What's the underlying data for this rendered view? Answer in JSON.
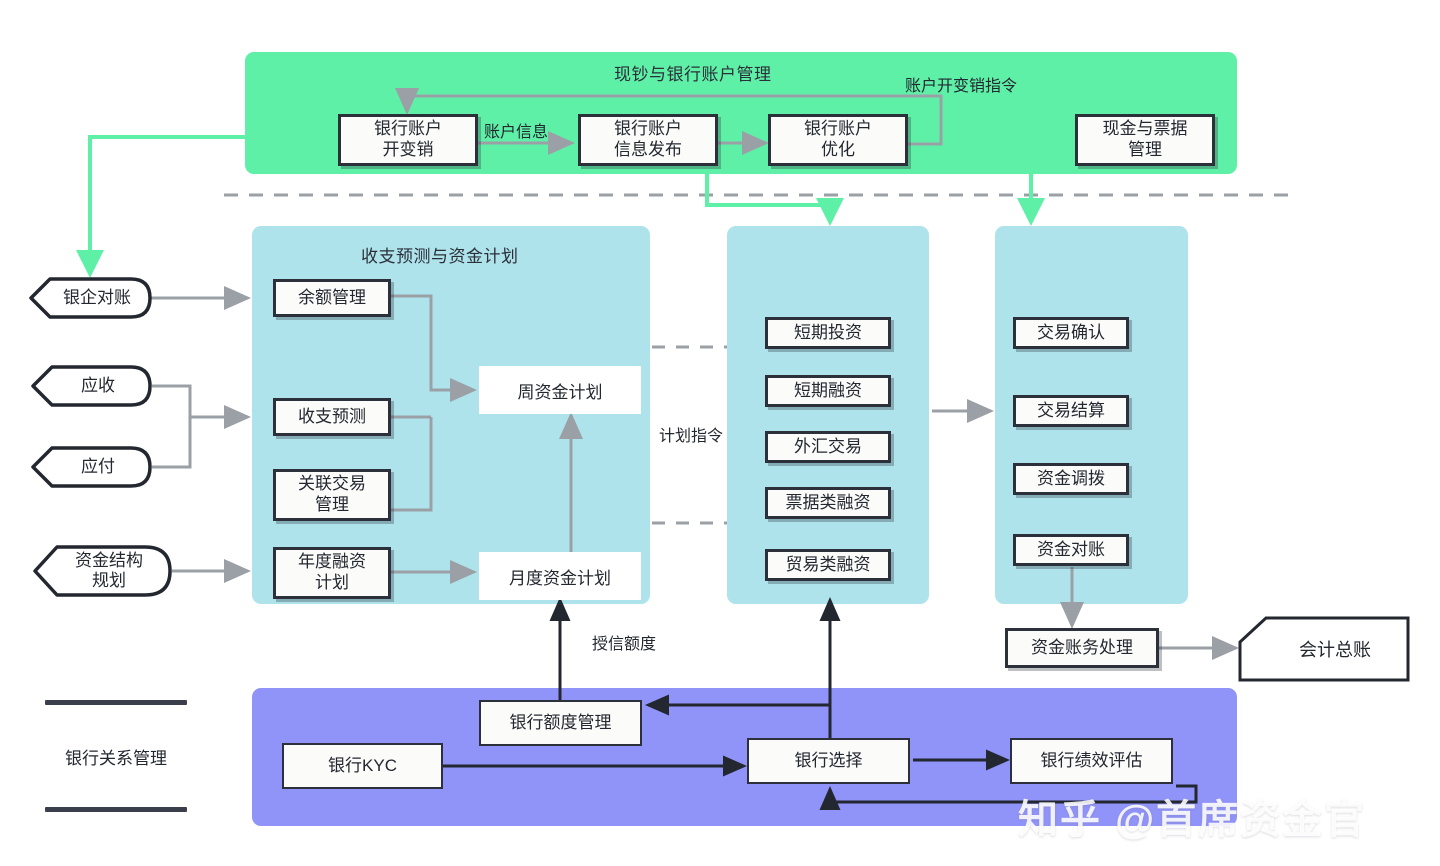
{
  "colors": {
    "green_band": "#5ff0a8",
    "blue_band": "#aee3ec",
    "purple_band": "#9093f7",
    "gray_connector": "#9aa0a6",
    "black_connector": "#23272f",
    "box_border": "#2b303b",
    "box_fill": "#fbfbfa"
  },
  "bands": [
    {
      "name": "cash-bank-account-management",
      "title": "现钞与银行账户管理",
      "color": "#5ff0a8"
    },
    {
      "name": "cashflow-forecast-funding-plan",
      "title": "收支预测与资金计划",
      "color": "#aee3ec"
    },
    {
      "name": "investment-financing",
      "title": "",
      "color": "#aee3ec"
    },
    {
      "name": "transaction-settlement",
      "title": "",
      "color": "#aee3ec"
    },
    {
      "name": "bank-relationship-management",
      "title": "",
      "color": "#9093f7"
    }
  ],
  "top_band": {
    "title": "现钞与银行账户管理",
    "boxes": [
      {
        "name": "bank-account-open-close",
        "label": "银行账户\n开变销"
      },
      {
        "name": "bank-account-info-publish",
        "label": "银行账户\n信息发布"
      },
      {
        "name": "bank-account-optimization",
        "label": "银行账户\n优化"
      },
      {
        "name": "cash-and-notes-management",
        "label": "现金与票据\n管理"
      }
    ],
    "edge_labels": [
      {
        "name": "label-account-info",
        "text": "账户信息"
      },
      {
        "name": "label-account-open-close-instruction",
        "text": "账户开变销指令"
      }
    ]
  },
  "inputs": [
    {
      "name": "bank-enterprise-reconciliation",
      "label": "银企对账"
    },
    {
      "name": "accounts-receivable",
      "label": "应收"
    },
    {
      "name": "accounts-payable",
      "label": "应付"
    },
    {
      "name": "capital-structure-planning",
      "label": "资金结构\n规划"
    }
  ],
  "plan_band": {
    "title": "收支预测与资金计划",
    "boxes": [
      {
        "name": "balance-management",
        "label": "余额管理"
      },
      {
        "name": "cashflow-forecast",
        "label": "收支预测"
      },
      {
        "name": "related-party-transaction-management",
        "label": "关联交易\n管理"
      },
      {
        "name": "annual-financing-plan",
        "label": "年度融资\n计划"
      }
    ],
    "plans": [
      {
        "name": "weekly-funding-plan",
        "label": "周资金计划"
      },
      {
        "name": "monthly-funding-plan",
        "label": "月度资金计划"
      }
    ]
  },
  "middle_band": {
    "boxes": [
      {
        "name": "short-term-investment",
        "label": "短期投资"
      },
      {
        "name": "short-term-financing",
        "label": "短期融资"
      },
      {
        "name": "fx-trading",
        "label": "外汇交易"
      },
      {
        "name": "note-based-financing",
        "label": "票据类融资"
      },
      {
        "name": "trade-financing",
        "label": "贸易类融资"
      }
    ]
  },
  "right_band": {
    "boxes": [
      {
        "name": "transaction-confirmation",
        "label": "交易确认"
      },
      {
        "name": "transaction-settlement",
        "label": "交易结算"
      },
      {
        "name": "funds-transfer",
        "label": "资金调拨"
      },
      {
        "name": "funds-reconciliation",
        "label": "资金对账"
      }
    ]
  },
  "accounting": {
    "processing": {
      "name": "treasury-accounting-processing",
      "label": "资金账务处理"
    },
    "ledger": {
      "name": "general-ledger",
      "label": "会计总账"
    }
  },
  "bottom_band": {
    "banner_label": "银行关系管理",
    "boxes": [
      {
        "name": "bank-credit-limit-management",
        "label": "银行额度管理"
      },
      {
        "name": "bank-kyc",
        "label": "银行KYC"
      },
      {
        "name": "bank-selection",
        "label": "银行选择"
      },
      {
        "name": "bank-performance-evaluation",
        "label": "银行绩效评估"
      }
    ]
  },
  "edge_labels": [
    {
      "name": "label-plan-instruction",
      "text": "计划指令"
    },
    {
      "name": "label-credit-line",
      "text": "授信额度"
    }
  ],
  "watermark": {
    "text": "知乎 @首席资金官"
  }
}
